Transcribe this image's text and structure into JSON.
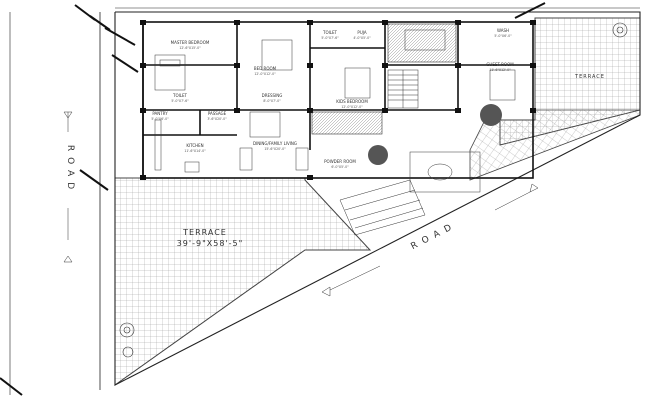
{
  "plan": {
    "rooms": [
      {
        "id": "master-bedroom",
        "name": "MASTER BEDROOM",
        "dim": "12'-6\"X15'-0\""
      },
      {
        "id": "bedroom",
        "name": "BED ROOM",
        "dim": "12'-0\"X12'-0\""
      },
      {
        "id": "toilet-1",
        "name": "TOILET",
        "dim": "5'-0\"X7'-6\""
      },
      {
        "id": "toilet-2",
        "name": "TOILET",
        "dim": "5'-0\"X7'-6\""
      },
      {
        "id": "puja",
        "name": "PUJA",
        "dim": "4'-0\"X5'-0\""
      },
      {
        "id": "dressing",
        "name": "DRESSING",
        "dim": "8'-0\"X7'-0\""
      },
      {
        "id": "passage",
        "name": "PASSAGE",
        "dim": "3'-6\"X20'-0\""
      },
      {
        "id": "kitchen",
        "name": "KITCHEN",
        "dim": "11'-6\"X14'-0\""
      },
      {
        "id": "dining",
        "name": "DINING/FAMILY LIVING",
        "dim": "15'-6\"X20'-0\""
      },
      {
        "id": "kids-bedroom",
        "name": "KIDS BEDROOM",
        "dim": "12'-0\"X12'-0\""
      },
      {
        "id": "guest-room",
        "name": "GUEST ROOM",
        "dim": "11'-6\"X12'-0\""
      },
      {
        "id": "powder-room",
        "name": "POWDER ROOM",
        "dim": "6'-0\"X5'-0\""
      },
      {
        "id": "wash",
        "name": "WASH",
        "dim": "5'-0\"X6'-0\""
      },
      {
        "id": "pantry",
        "name": "PANTRY",
        "dim": "5'-0\"X6'-0\""
      }
    ],
    "terrace_main": {
      "name": "TERRACE",
      "dim": "39'-9\"X58'-5\""
    },
    "terrace_side": "TERRACE",
    "road_left": "ROAD",
    "road_diagonal": "ROAD"
  }
}
